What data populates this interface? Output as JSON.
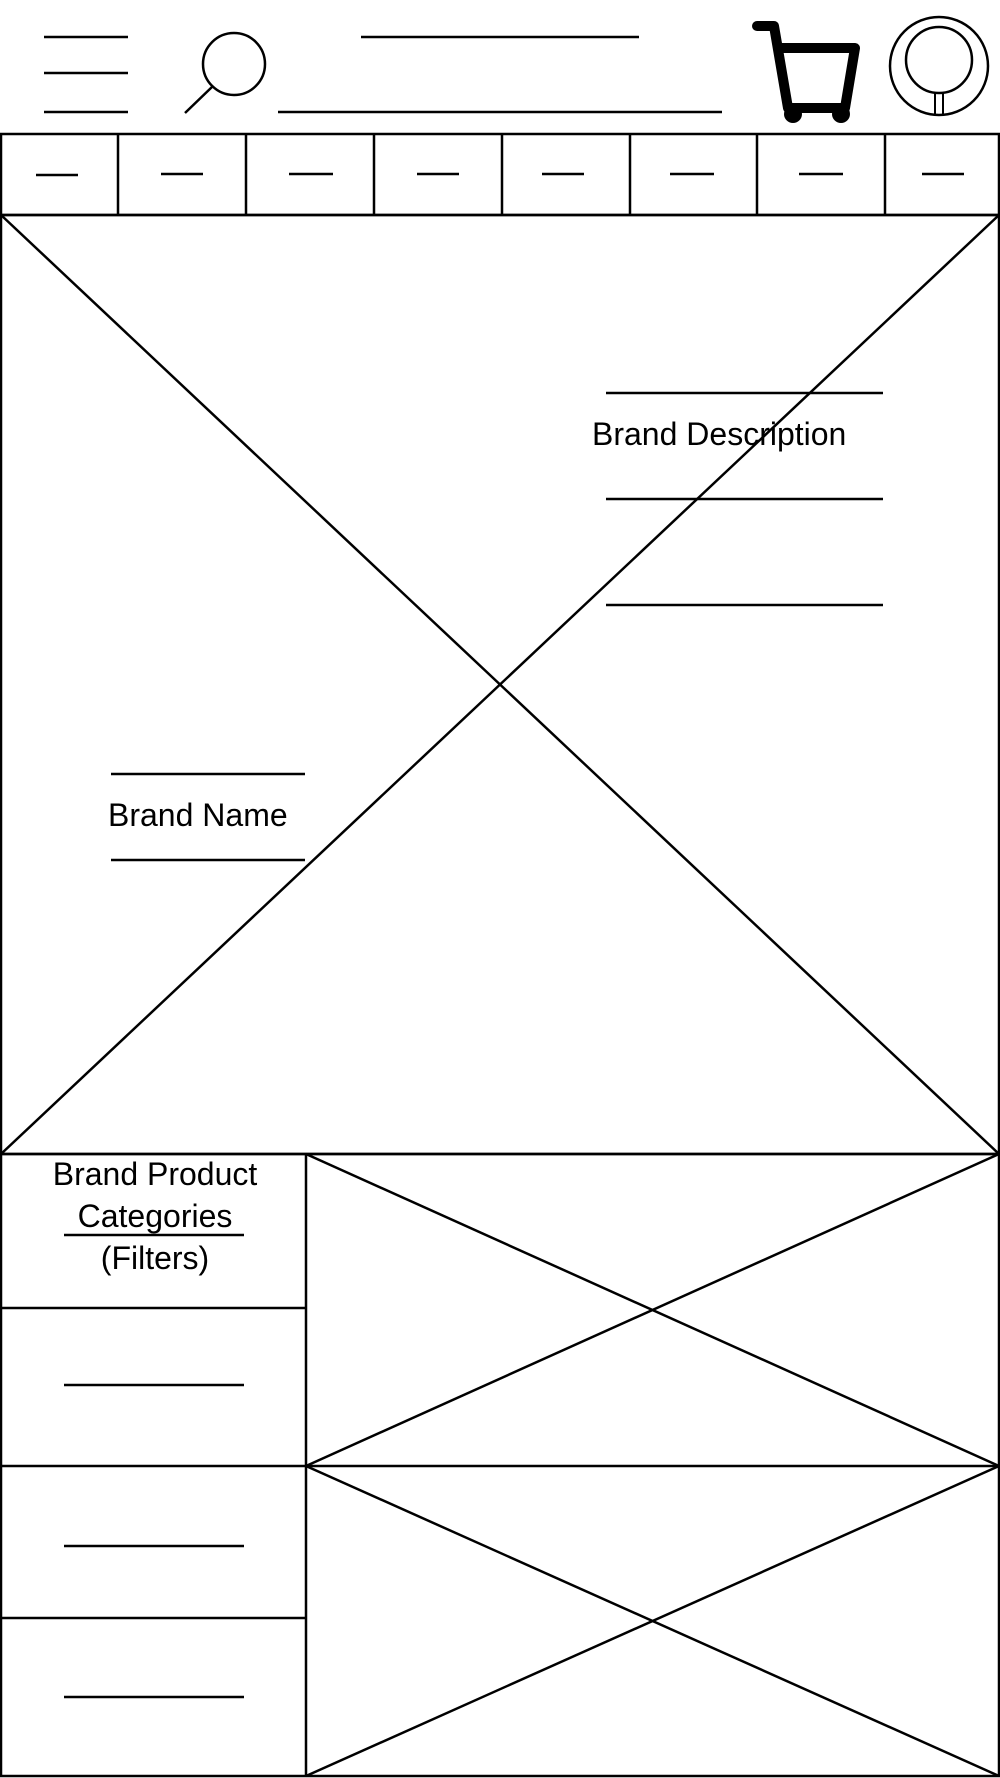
{
  "header": {
    "menu_icon": "hamburger-menu-icon",
    "search_icon": "search-icon",
    "cart_icon": "shopping-cart-icon",
    "profile_icon": "user-avatar-icon"
  },
  "nav": {
    "tab_count": 8
  },
  "hero": {
    "brand_description": "Brand Description",
    "brand_name": "Brand Name"
  },
  "filters": {
    "title": "Brand Product Categories (Filters)"
  }
}
